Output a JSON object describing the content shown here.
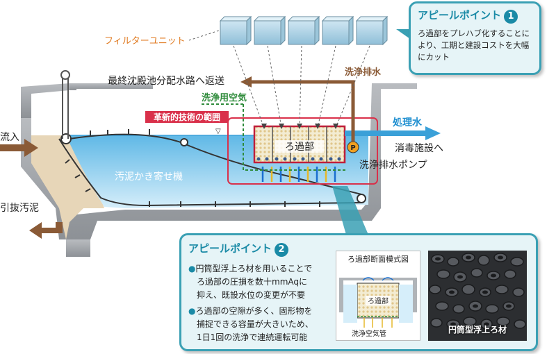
{
  "labels": {
    "filter_unit": "フィルターユニット",
    "return": "最終沈殿池分配水路へ返送",
    "wash_drain": "洗浄排水",
    "wash_air": "洗浄用空気",
    "innovation_scope": "革新的技術の範囲",
    "treated_water": "処理水",
    "to_disinfection": "消毒施設へ",
    "wash_pump": "洗浄排水ポンプ",
    "filtration": "ろ過部",
    "pump_letter": "P",
    "water_level_mark": "▽",
    "inflow": "流入",
    "sludge_scraper": "汚泥かき寄せ機",
    "sludge_withdrawal": "引抜汚泥"
  },
  "appeal1": {
    "title": "アピールポイント",
    "number": "1",
    "lines": [
      "ろ過部をプレハブ化することに",
      "より、工期と建設コストを大幅",
      "にカット"
    ]
  },
  "appeal2": {
    "title": "アピールポイント",
    "number": "2",
    "bullet_char": "●",
    "bullets": [
      [
        "円筒型浮上ろ材を用いることで",
        "ろ過部の圧損を数十mmAqに",
        "抑え、既設水位の変更が不要"
      ],
      [
        "ろ過部の空隙が多く、固形物を",
        "捕捉できる容量が大きいため、",
        "1日1回の洗浄で連続運転可能"
      ]
    ],
    "section_title": "ろ過部断面模式図",
    "section_filtration": "ろ過部",
    "section_air_pipe": "洗浄空気管",
    "media_label": "円筒型浮上ろ材"
  },
  "colors": {
    "brown": "#8a5a36",
    "water_blue": "#3aa0d8",
    "green": "#2e8b3a",
    "red_frame": "#d9304a",
    "teal": "#1a8aa6"
  }
}
